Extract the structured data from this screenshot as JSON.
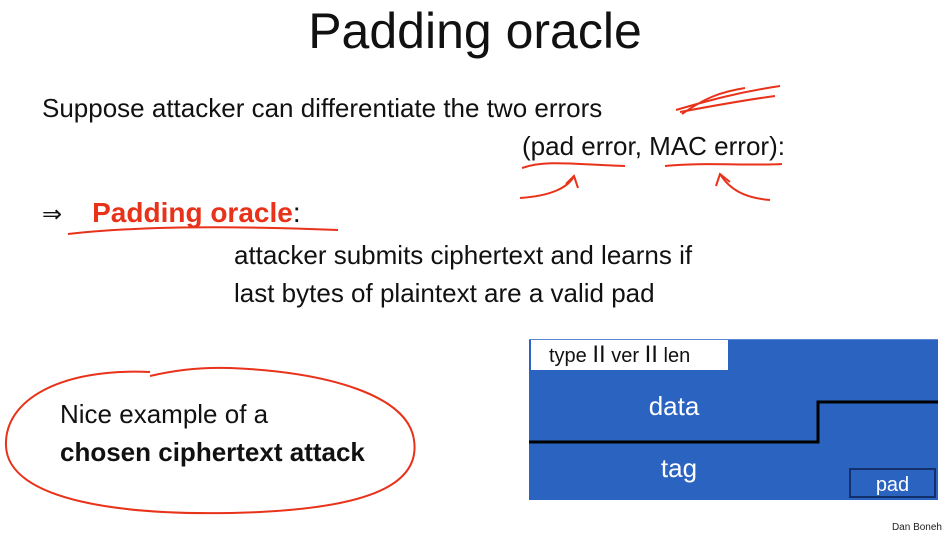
{
  "slide": {
    "title": "Padding oracle",
    "line1": "Suppose attacker can differentiate the two errors",
    "line2": "(pad error, MAC error):",
    "implies_symbol": "⇒",
    "oracle_term": "Padding oracle",
    "oracle_colon": ":",
    "desc_line1": "attacker submits ciphertext and learns if",
    "desc_line2": "last bytes of plaintext are a valid pad",
    "example_line1": "Nice example of a",
    "example_line2": "chosen ciphertext attack",
    "footer": "Dan Boneh"
  },
  "diagram": {
    "header_fields": [
      "type",
      "ver",
      "len"
    ],
    "separator": "II",
    "data_label": "data",
    "tag_label": "tag",
    "pad_label": "pad",
    "fill_color": "#2a63c0"
  },
  "annotations": {
    "ink_color": "#e8321a"
  }
}
